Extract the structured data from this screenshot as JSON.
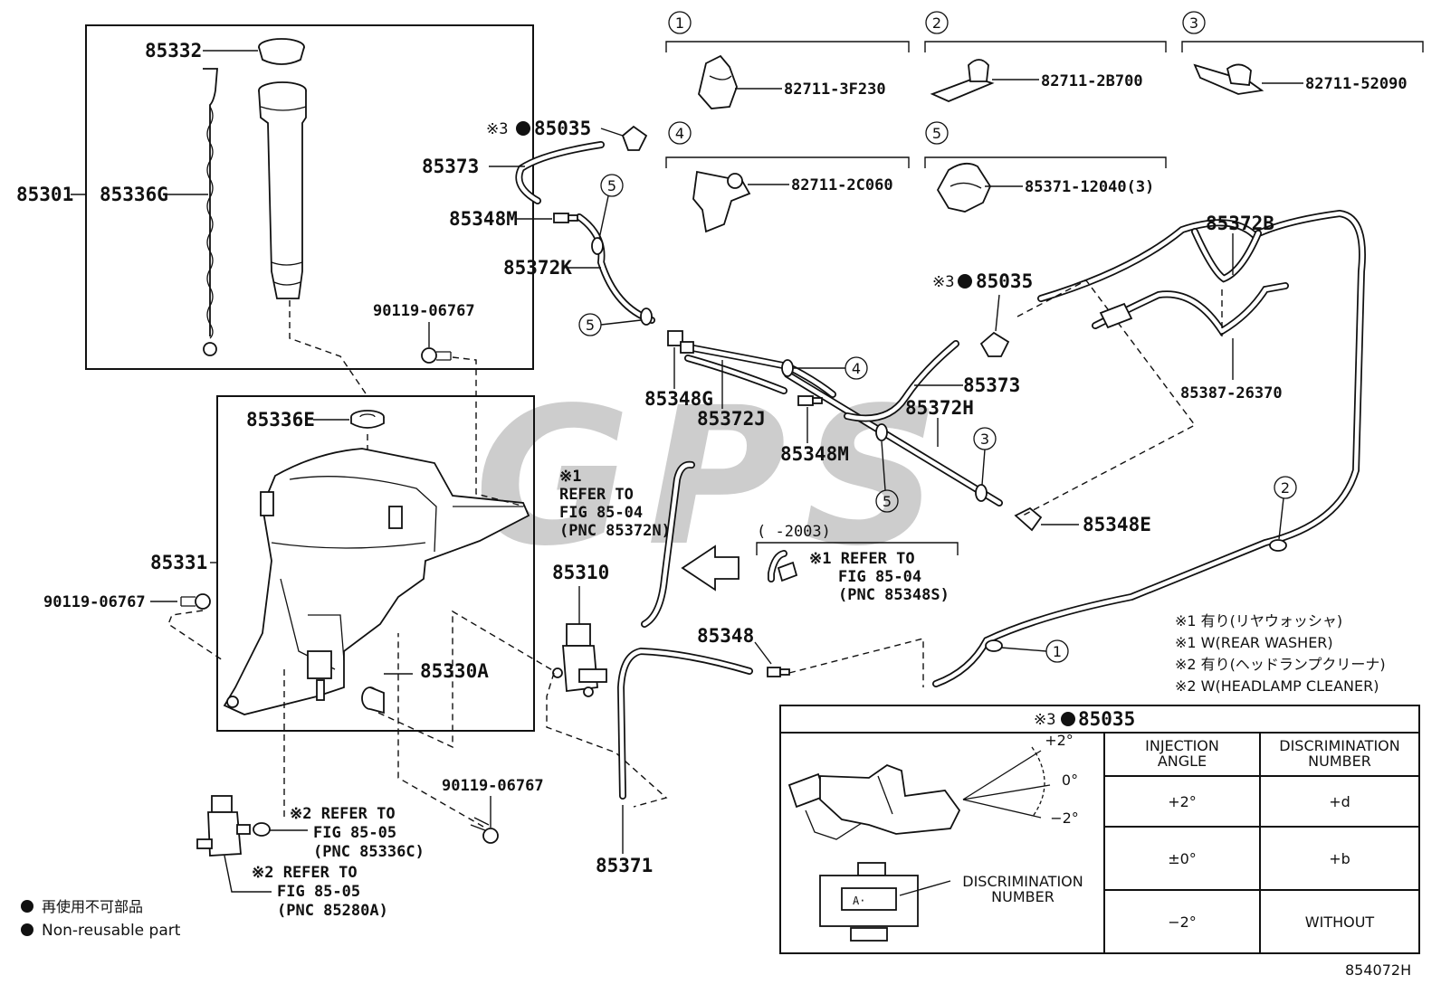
{
  "watermark": "GPS",
  "figure_code": "854072H",
  "callout_circles": [
    "1",
    "2",
    "3",
    "4",
    "5"
  ],
  "legend": {
    "lines": [
      "再使用不可部品",
      "Non-reusable part"
    ]
  },
  "notes": [
    "※1 有り(リヤウォッシャ)",
    "※1 W(REAR WASHER)",
    "※2 有り(ヘッドランプクリーナ)",
    "※2 W(HEADLAMP CLEANER)"
  ],
  "clips": [
    {
      "callout": "1",
      "part": "82711-3F230"
    },
    {
      "callout": "2",
      "part": "82711-2B700"
    },
    {
      "callout": "3",
      "part": "82711-52090"
    },
    {
      "callout": "4",
      "part": "82711-2C060"
    },
    {
      "callout": "5",
      "part": "85371-12040(3)"
    }
  ],
  "labels": {
    "p85332": "85332",
    "p85301": "85301",
    "p85336G": "85336G",
    "p85336E": "85336E",
    "p85331": "85331",
    "p90119_a": "90119-06767",
    "p90119_b": "90119-06767",
    "p90119_c": "90119-06767",
    "p85330A": "85330A",
    "p85310": "85310",
    "p85373_a": "85373",
    "p85373_b": "85373",
    "p85035_a_prefix": "※3",
    "p85035_a": "85035",
    "p85035_b_prefix": "※3",
    "p85035_b": "85035",
    "p85348M_a": "85348M",
    "p85348M_b": "85348M",
    "p85372K": "85372K",
    "p85348G": "85348G",
    "p85372J": "85372J",
    "p85372H": "85372H",
    "p85348E": "85348E",
    "p85372B": "85372B",
    "p85387": "85387-26370",
    "p85348": "85348",
    "p85371": "85371"
  },
  "refs": {
    "rear": [
      "※1",
      "REFER TO",
      "FIG 85-04",
      "(PNC 85372N)"
    ],
    "date_range": "(        -2003)",
    "rear2": [
      "※1 REFER TO",
      "FIG 85-04",
      "(PNC 85348S)"
    ],
    "hl1": [
      "※2 REFER TO",
      "FIG 85-05",
      "(PNC 85336C)"
    ],
    "hl2": [
      "※2 REFER TO",
      "FIG 85-05",
      "(PNC 85280A)"
    ]
  },
  "inset": {
    "title_prefix": "※3",
    "title_part": "85035",
    "angle_labels": [
      "+2°",
      "0°",
      "−2°"
    ],
    "discrimination_label": [
      "DISCRIMINATION",
      "NUMBER"
    ],
    "table": {
      "headers": [
        [
          "INJECTION",
          "ANGLE"
        ],
        [
          "DISCRIMINATION",
          "NUMBER"
        ]
      ],
      "rows": [
        [
          "+2°",
          "+d"
        ],
        [
          "±0°",
          "+b"
        ],
        [
          "−2°",
          "WITHOUT"
        ]
      ]
    }
  }
}
